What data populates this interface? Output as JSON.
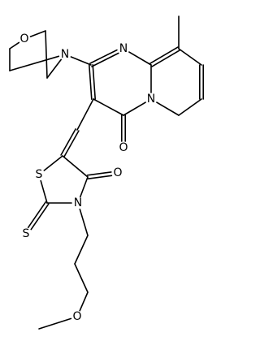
{
  "molecule": {
    "atoms": [
      {
        "id": "O_morph",
        "label": "O"
      },
      {
        "id": "N_morph",
        "label": "N"
      },
      {
        "id": "N1",
        "label": "N"
      },
      {
        "id": "N4",
        "label": "N"
      },
      {
        "id": "O_ketone",
        "label": "O"
      },
      {
        "id": "S_ring",
        "label": "S"
      },
      {
        "id": "O_thz",
        "label": "O"
      },
      {
        "id": "N_thz",
        "label": "N"
      },
      {
        "id": "S_thione",
        "label": "S"
      },
      {
        "id": "O_ether",
        "label": "O"
      }
    ]
  },
  "colors": {
    "bond": "#000000",
    "background": "#ffffff"
  }
}
